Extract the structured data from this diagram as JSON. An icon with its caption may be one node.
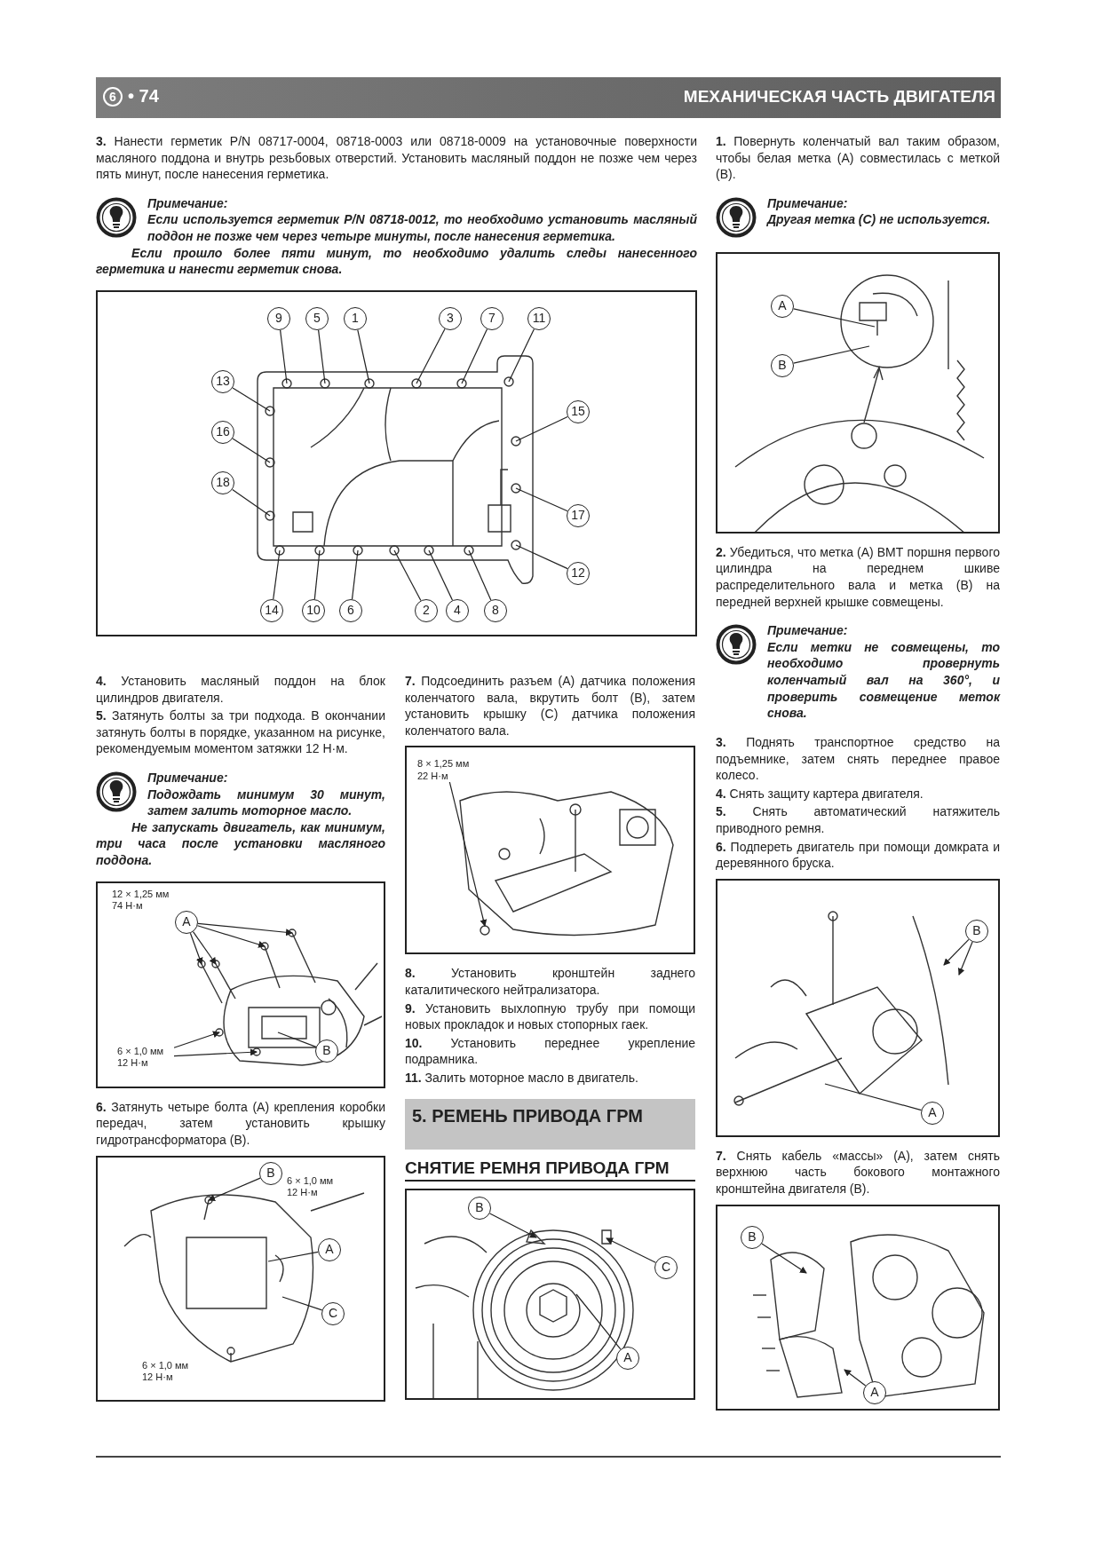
{
  "diagram": {
    "title": "МЕХАНИЧЕСКАЯ ЧАСТЬ ДВИГАТЕЛЯ",
    "nodes": [
      {
        "text": [],
        "shape": "picture"
      },
      {
        "text": [
          "9"
        ],
        "in": 0
      },
      {
        "text": [
          "5"
        ],
        "in": 0
      },
      {
        "text": [
          "1"
        ],
        "in": 0
      },
      {
        "text": [
          "3"
        ],
        "in": 0
      },
      {
        "text": [
          "7"
        ],
        "in": 0
      },
      {
        "text": [
          "11"
        ],
        "in": 0
      },
      {
        "text": [
          "13"
        ],
        "in": 0
      },
      {
        "text": [
          "15"
        ],
        "in": 0
      },
      {
        "text": [
          "16"
        ],
        "in": 0
      },
      {
        "text": [
          "18"
        ],
        "in": 0
      },
      {
        "text": [
          "17"
        ],
        "in": 0
      },
      {
        "text": [
          "12"
        ],
        "in": 0
      },
      {
        "text": [
          "14"
        ],
        "in": 0
      },
      {
        "text": [
          "10"
        ],
        "in": 0
      },
      {
        "text": [
          "6"
        ],
        "in": 0
      },
      {
        "text": [
          "2"
        ],
        "in": 0
      },
      {
        "text": [
          "4"
        ],
        "in": 0
      },
      {
        "text": [
          "8"
        ],
        "in": 0
      },
      {
        "text": [],
        "shape": "picture"
      },
      {
        "text": [
          "A"
        ],
        "in": 19,
        "beside": [
          "12 × 1,25 мм 74 Н·м"
        ]
      },
      {
        "text": [
          "6 × 1,0 мм 12 Н·м"
        ],
        "in": 19
      },
      {
        "text": [
          "B"
        ],
        "in": 19
      },
      {
        "text": [],
        "shape": "picture"
      },
      {
        "text": [
          "B"
        ],
        "in": 23,
        "beside": [
          "6 × 1,0 мм 12 Н·м"
        ]
      },
      {
        "text": [
          "A"
        ],
        "in": 23
      },
      {
        "text": [
          "C"
        ],
        "in": 23
      },
      {
        "text": [],
        "shape": "picture"
      },
      {
        "text": [
          "8 × 1,25 мм 22 Н·м"
        ],
        "in": 27
      },
      {
        "text": [],
        "shape": "picture"
      },
      {
        "text": [
          "B"
        ],
        "in": 29
      },
      {
        "text": [
          "C"
        ],
        "in": 29
      },
      {
        "text": [
          "A"
        ],
        "in": 29
      },
      {
        "text": [],
        "shape": "picture"
      },
      {
        "text": [
          "A"
        ],
        "in": 33
      },
      {
        "text": [
          "B"
        ],
        "in": 33
      },
      {
        "text": [],
        "shape": "picture"
      },
      {
        "text": [
          "B"
        ],
        "in": 36
      },
      {
        "text": [
          "A"
        ],
        "in": 36
      },
      {
        "text": [],
        "shape": "picture"
      },
      {
        "text": [
          "B"
        ],
        "in": 39
      },
      {
        "text": [
          "A"
        ],
        "in": 39
      },
      {
        "text": [
          "6 × 1,0 мм 12 Н·м"
        ],
        "in": 23
      }
    ],
    "edges": [
      {
        "from": 1,
        "to": null,
        "arrow": "none"
      },
      {
        "from": 2,
        "to": null,
        "arrow": "none"
      },
      {
        "from": 3,
        "to": null,
        "arrow": "none"
      },
      {
        "from": 4,
        "to": null,
        "arrow": "none"
      },
      {
        "from": 5,
        "to": null,
        "arrow": "none"
      },
      {
        "from": 6,
        "to": null,
        "arrow": "none"
      },
      {
        "from": 7,
        "to": null,
        "arrow": "none"
      },
      {
        "from": 8,
        "to": null,
        "arrow": "none"
      },
      {
        "from": 9,
        "to": null,
        "arrow": "none"
      },
      {
        "from": 10,
        "to": null,
        "arrow": "none"
      },
      {
        "from": 11,
        "to": null,
        "arrow": "none"
      },
      {
        "from": 12,
        "to": null,
        "arrow": "none"
      },
      {
        "from": 13,
        "to": null,
        "arrow": "none"
      },
      {
        "from": 14,
        "to": null,
        "arrow": "none"
      },
      {
        "from": 15,
        "to": null,
        "arrow": "none"
      },
      {
        "from": 16,
        "to": null,
        "arrow": "none"
      },
      {
        "from": 17,
        "to": null,
        "arrow": "none"
      },
      {
        "from": 18,
        "to": null,
        "arrow": "none"
      },
      {
        "from": 20,
        "to": null,
        "arrow": "to"
      },
      {
        "from": 20,
        "to": null,
        "arrow": "to"
      },
      {
        "from": 20,
        "to": null,
        "arrow": "to"
      },
      {
        "from": 20,
        "to": null,
        "arrow": "to"
      },
      {
        "from": 21,
        "to": null,
        "arrow": "to"
      },
      {
        "from": 21,
        "to": null,
        "arrow": "to"
      },
      {
        "from": 22,
        "to": null,
        "arrow": "none"
      },
      {
        "from": 24,
        "to": null,
        "arrow": "to"
      },
      {
        "from": 25,
        "to": null,
        "arrow": "none"
      },
      {
        "from": 26,
        "to": null,
        "arrow": "none"
      },
      {
        "from": 28,
        "to": null,
        "arrow": "to"
      },
      {
        "from": 30,
        "to": null,
        "arrow": "to"
      },
      {
        "from": 31,
        "to": null,
        "arrow": "to"
      },
      {
        "from": 32,
        "to": null,
        "arrow": "none"
      },
      {
        "from": 34,
        "to": null,
        "arrow": "none"
      },
      {
        "from": 35,
        "to": null,
        "arrow": "none"
      },
      {
        "from": 37,
        "to": null,
        "arrow": "to"
      },
      {
        "from": 37,
        "to": null,
        "arrow": "to"
      },
      {
        "from": 38,
        "to": null,
        "arrow": "none"
      },
      {
        "from": 40,
        "to": null,
        "arrow": "to"
      },
      {
        "from": 41,
        "to": null,
        "arrow": "to"
      }
    ],
    "labels": [
      "6",
      "• 74",
      "**3.** Нанести герметик P/N 08717-0004, 08718-0003 или 08718-0009 на установочные поверхности масляного поддона и внутрь резьбовых отверстий. Установить масляный поддон не позже чем через пять минут, после нанесения герметика.",
      "Примечание:",
      "Если используется герметик P/N 08718-0012, то необходимо установить масляный поддон не позже чем через четыре минуты, после нанесения герметика.",
      "Если прошло более пяти минут, то необходимо удалить следы нанесенного герметика и нанести герметик снова.",
      "**1.** Повернуть коленчатый вал таким образом, чтобы белая метка (A) совместилась с меткой (B).",
      "Примечание:",
      "Другая метка (C) не используется.",
      "**4.** Установить масляный поддон на блок цилиндров двигателя.",
      "**5.** Затянуть болты за три подхода. В окончании затянуть болты в порядке, указанном на рисунке, рекомендуемым моментом затяжки 12 Н·м.",
      "Примечание:",
      "Подождать минимум 30 минут, затем залить моторное масло.",
      "Не запускать двигатель, как минимум, три часа после установки масляного поддона.",
      "**6.** Затянуть четыре болта (A) крепления коробки передач, затем установить крышку гидротрансформатора (B).",
      "**7.** Подсоединить разъем (A) датчика положения коленчатого вала, вкрутить болт (B), затем установить крышку (C) датчика положения коленчатого вала.",
      "**8.** Установить кронштейн заднего каталитического нейтрализатора.",
      "**9.** Установить выхлопную трубу при помощи новых прокладок и новых стопорных гаек.",
      "**10.** Установить переднее укрепление подрамника.",
      "**11.** Залить моторное масло в двигатель.",
      "5. РЕМЕНЬ ПРИВОДА ГРМ",
      "СНЯТИЕ РЕМНЯ ПРИВОДА ГРМ",
      "**2.** Убедиться, что метка (A) ВМТ поршня первого цилиндра на переднем шкиве распределительного вала и метка (B) на передней верхней крышке совмещены.",
      "Примечание:",
      "Если метки не совмещены, то необходимо провернуть коленчатый вал на 360°, и проверить совмещение меток снова.",
      "**3.** Поднять транспортное средство на подъемнике, затем снять переднее правое колесо.",
      "**4.** Снять защиту картера двигателя.",
      "**5.** Снять автоматический натяжитель приводного ремня.",
      "**6.** Подпереть двигатель при помощи домкрата и деревянного бруска.",
      "**7.** Снять кабель «массы» (A), затем снять верхнюю часть бокового монтажного кронштейна двигателя (B)."
    ]
  }
}
